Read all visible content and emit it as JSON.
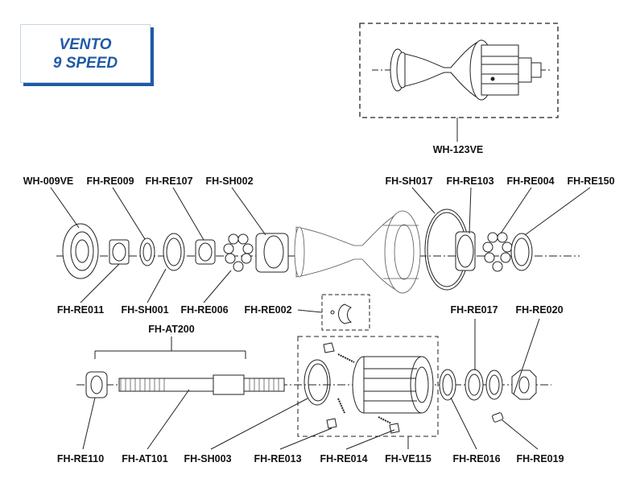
{
  "title": {
    "line1": "VENTO",
    "line2": "9 SPEED",
    "color": "#1f5aa6"
  },
  "parts": {
    "wh_123ve": "WH-123VE",
    "wh_009ve": "WH-009VE",
    "fh_re009": "FH-RE009",
    "fh_re107": "FH-RE107",
    "fh_sh002": "FH-SH002",
    "fh_sh017": "FH-SH017",
    "fh_re103": "FH-RE103",
    "fh_re004": "FH-RE004",
    "fh_re150": "FH-RE150",
    "fh_re011": "FH-RE011",
    "fh_sh001": "FH-SH001",
    "fh_re006": "FH-RE006",
    "fh_re002": "FH-RE002",
    "fh_re017": "FH-RE017",
    "fh_re020": "FH-RE020",
    "fh_at200": "FH-AT200",
    "fh_re110": "FH-RE110",
    "fh_at101": "FH-AT101",
    "fh_sh003": "FH-SH003",
    "fh_re013": "FH-RE013",
    "fh_re014": "FH-RE014",
    "fh_ve115": "FH-VE115",
    "fh_re016": "FH-RE016",
    "fh_re019": "FH-RE019"
  }
}
